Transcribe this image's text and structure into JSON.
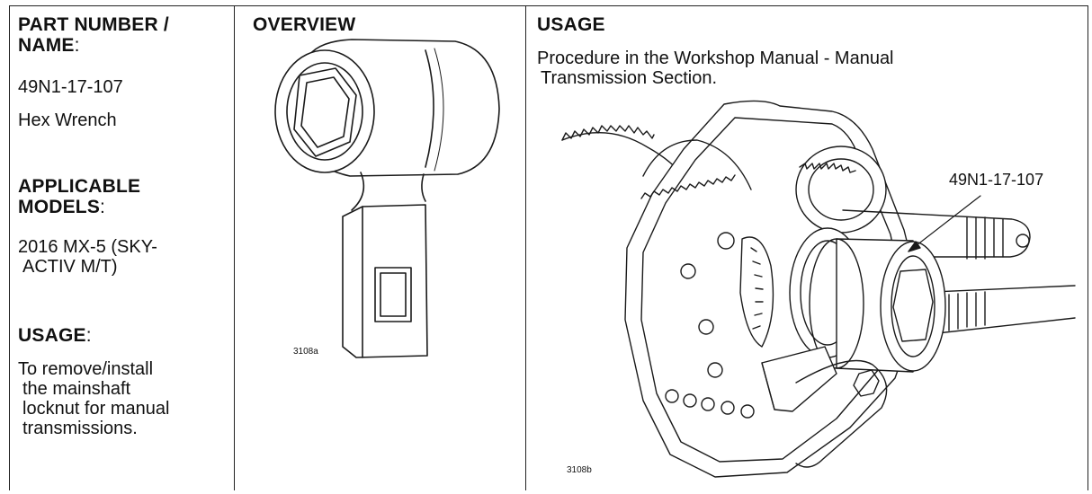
{
  "part": {
    "heading_line1": "PART NUMBER /",
    "heading_line2": "NAME",
    "heading_colon": ":",
    "number": "49N1-17-107",
    "name": "Hex Wrench"
  },
  "models": {
    "heading_line1": "APPLICABLE",
    "heading_line2": "MODELS",
    "heading_colon": ":",
    "line1": "2016 MX-5 (SKY-",
    "line2": "ACTIV M/T)"
  },
  "usage_left": {
    "heading": "USAGE",
    "heading_colon": ":",
    "line1": "To remove/install",
    "line2": "the mainshaft",
    "line3": "locknut for manual",
    "line4": "transmissions."
  },
  "overview": {
    "heading": "OVERVIEW",
    "figure_code": "3108a"
  },
  "usage_right": {
    "heading": "USAGE",
    "line1": "Procedure in the Workshop Manual - Manual",
    "line2": "Transmission Section.",
    "callout": "49N1-17-107",
    "figure_code": "3108b"
  }
}
